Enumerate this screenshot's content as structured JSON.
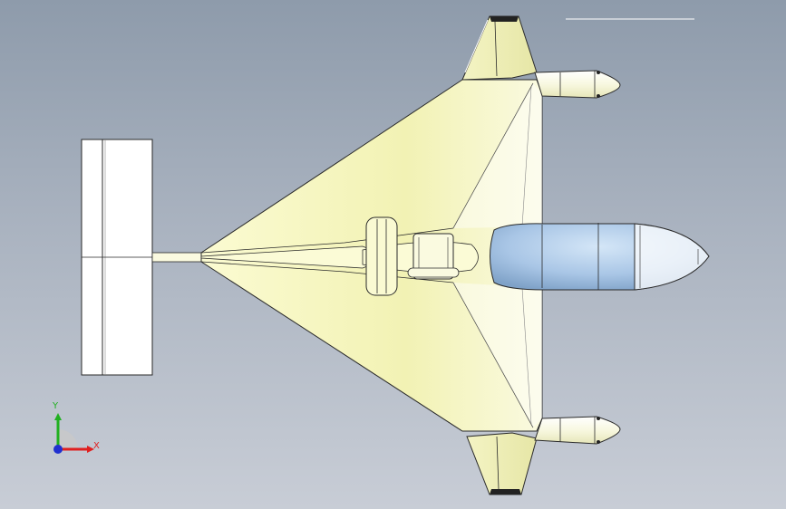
{
  "window": {
    "background_top": "#8e9bab",
    "background_bottom": "#c8cdd6"
  },
  "model": {
    "part": "tailless-delta-aircraft",
    "colors": {
      "wing": "#f3f3b8",
      "wing_shadow": "#e4e4a0",
      "edge": "#2a2a2a",
      "canopy": "#a9c6e6",
      "canopy_shadow": "#8fb0d6",
      "stabilizer": "#ffffff"
    }
  },
  "triad": {
    "x_label": "X",
    "y_label": "Y",
    "x_color": "#e02020",
    "y_color": "#20b020",
    "z_color": "#2030d0"
  }
}
